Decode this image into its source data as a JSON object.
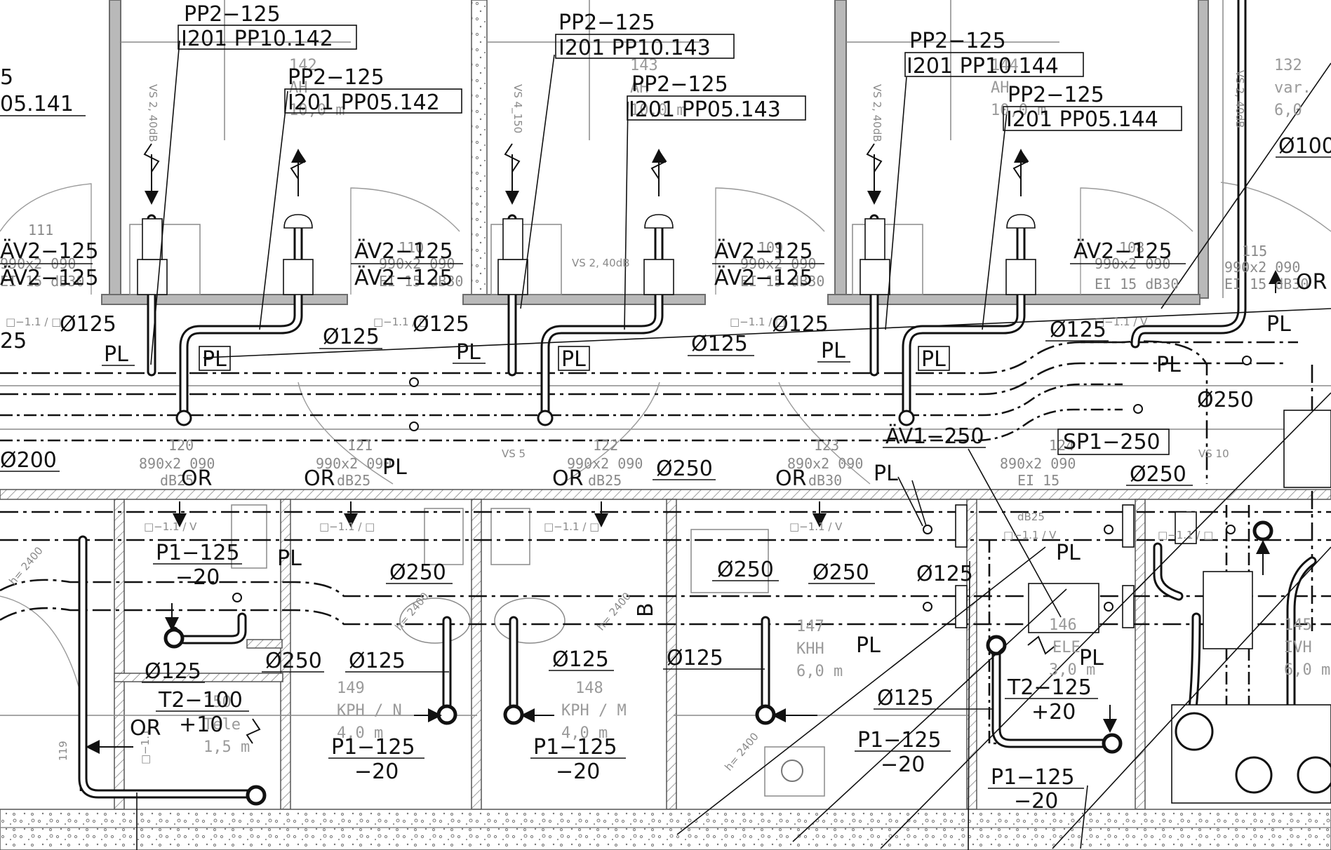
{
  "legend_labels": {
    "pp2": "PP2−125",
    "pl": "PL",
    "or": "OR",
    "d125": "Ø125",
    "d200": "Ø200",
    "d250": "Ø250",
    "d100": "Ø100",
    "av2": "ÄV2−125",
    "av1": "ÄV1−250",
    "sp1": "SP1−250",
    "p1": "P1−125",
    "t2_125": "T2−125",
    "t2_100": "T2−100",
    "minus20": "−20",
    "plus20": "+20",
    "plus10": "+10"
  },
  "top_labels": [
    {
      "code": "PP2−125",
      "ref": "I201  PP10.142"
    },
    {
      "code": "PP2−125",
      "ref": "I201  PP05.142"
    },
    {
      "code": "PP2−125",
      "ref": "I201  PP10.143"
    },
    {
      "code": "PP2−125",
      "ref": "I201  PP05.143"
    },
    {
      "code": "PP2−125",
      "ref": "I201  PP10.144"
    },
    {
      "code": "PP2−125",
      "ref": "I201  PP05.144"
    },
    {
      "code": "5",
      "ref": "05.141"
    }
  ],
  "rooms": [
    {
      "num": "142",
      "use": "AH",
      "area": "10,0 m"
    },
    {
      "num": "143",
      "use": "AH",
      "area": "10,0 m"
    },
    {
      "num": "144",
      "use": "AH",
      "area": "10,0 m"
    },
    {
      "num": "132",
      "use": "var.",
      "area": "6,0"
    },
    {
      "num": "149",
      "use": "KPH / N",
      "area": "4,0 m"
    },
    {
      "num": "148",
      "use": "KPH / M",
      "area": "4,0 m"
    },
    {
      "num": "147",
      "use": "KHH",
      "area": "6,0 m"
    },
    {
      "num": "146",
      "use": "ELE",
      "area": "3,0 m"
    },
    {
      "num": "145",
      "use": "IVH",
      "area": "6,0 m"
    },
    {
      "num": "150",
      "use": "Tele",
      "area": "1,5 m"
    }
  ],
  "doors": [
    {
      "num": "111",
      "size": "990x2 090",
      "rating": "EI 15  dB30"
    },
    {
      "num": "110",
      "size": "990x2 090",
      "rating": "EI 15  dB30"
    },
    {
      "num": "109",
      "size": "990x2 090",
      "rating": "EI 15  dB30"
    },
    {
      "num": "108",
      "size": "990x2 090",
      "rating": "EI 15  dB30"
    },
    {
      "num": "115",
      "size": "990x2 090",
      "rating": "EI 15  dB30"
    },
    {
      "num": "120",
      "size": "890x2 090",
      "rating": "dB25"
    },
    {
      "num": "121",
      "size": "990x2 090",
      "rating": "dB25"
    },
    {
      "num": "122",
      "size": "990x2 090",
      "rating": "dB25"
    },
    {
      "num": "123",
      "size": "890x2 090",
      "rating": "dB30"
    },
    {
      "num": "124",
      "size": "890x2 090",
      "rating": "EI 15"
    }
  ],
  "wall_tags": [
    "VS 2, 40dB",
    "VS 4_150",
    "VS 2, 40dB",
    "VS 2, 40dB",
    "VS 5",
    "VS 10",
    "VS 2, 40dB"
  ],
  "small_tags": [
    "□−1.1 / □",
    "□−1.1 / □",
    "□−1.1 / □",
    "□−1.1 / V",
    "□−1.1 / V",
    "□−1.1 / □",
    "□−1.1 / □",
    "□−1.1 / V",
    "□−1.1 / V",
    "□−1.1 / □",
    "□−1.1"
  ],
  "misc": {
    "letter_b": "B",
    "dB25": "dB25",
    "h2400": "h= 2400",
    "n119": "119"
  }
}
